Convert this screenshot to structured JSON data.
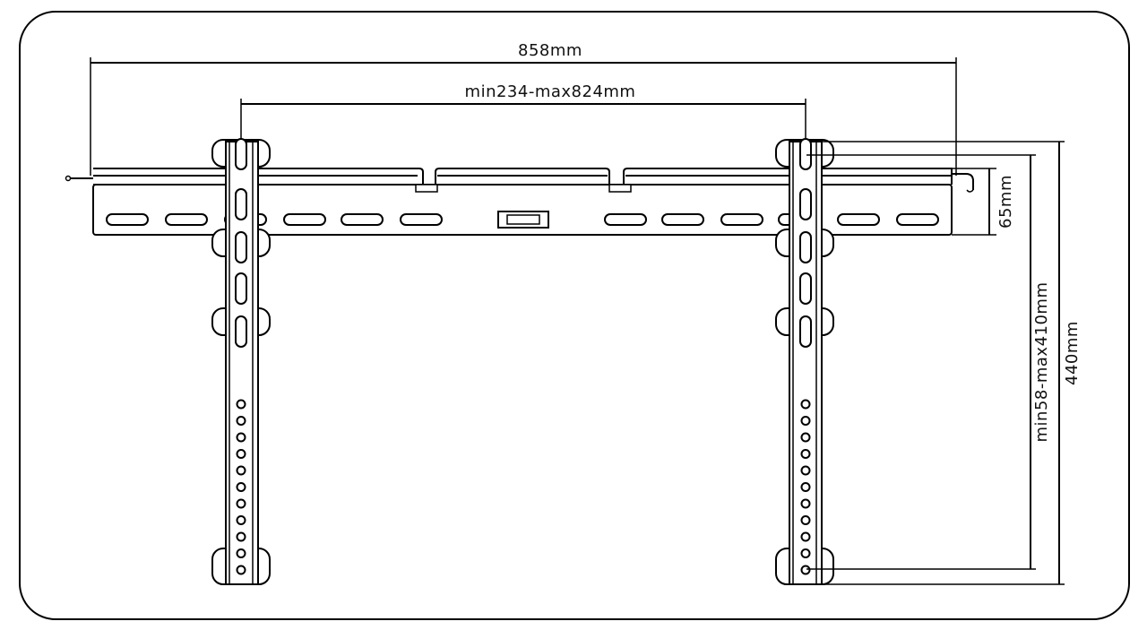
{
  "diagram": {
    "dimensions": {
      "overall_width": "858mm",
      "arm_spacing": "min234-max824mm",
      "rail_height": "65mm",
      "vertical_adjust": "min58-max410mm",
      "overall_height": "440mm"
    }
  }
}
